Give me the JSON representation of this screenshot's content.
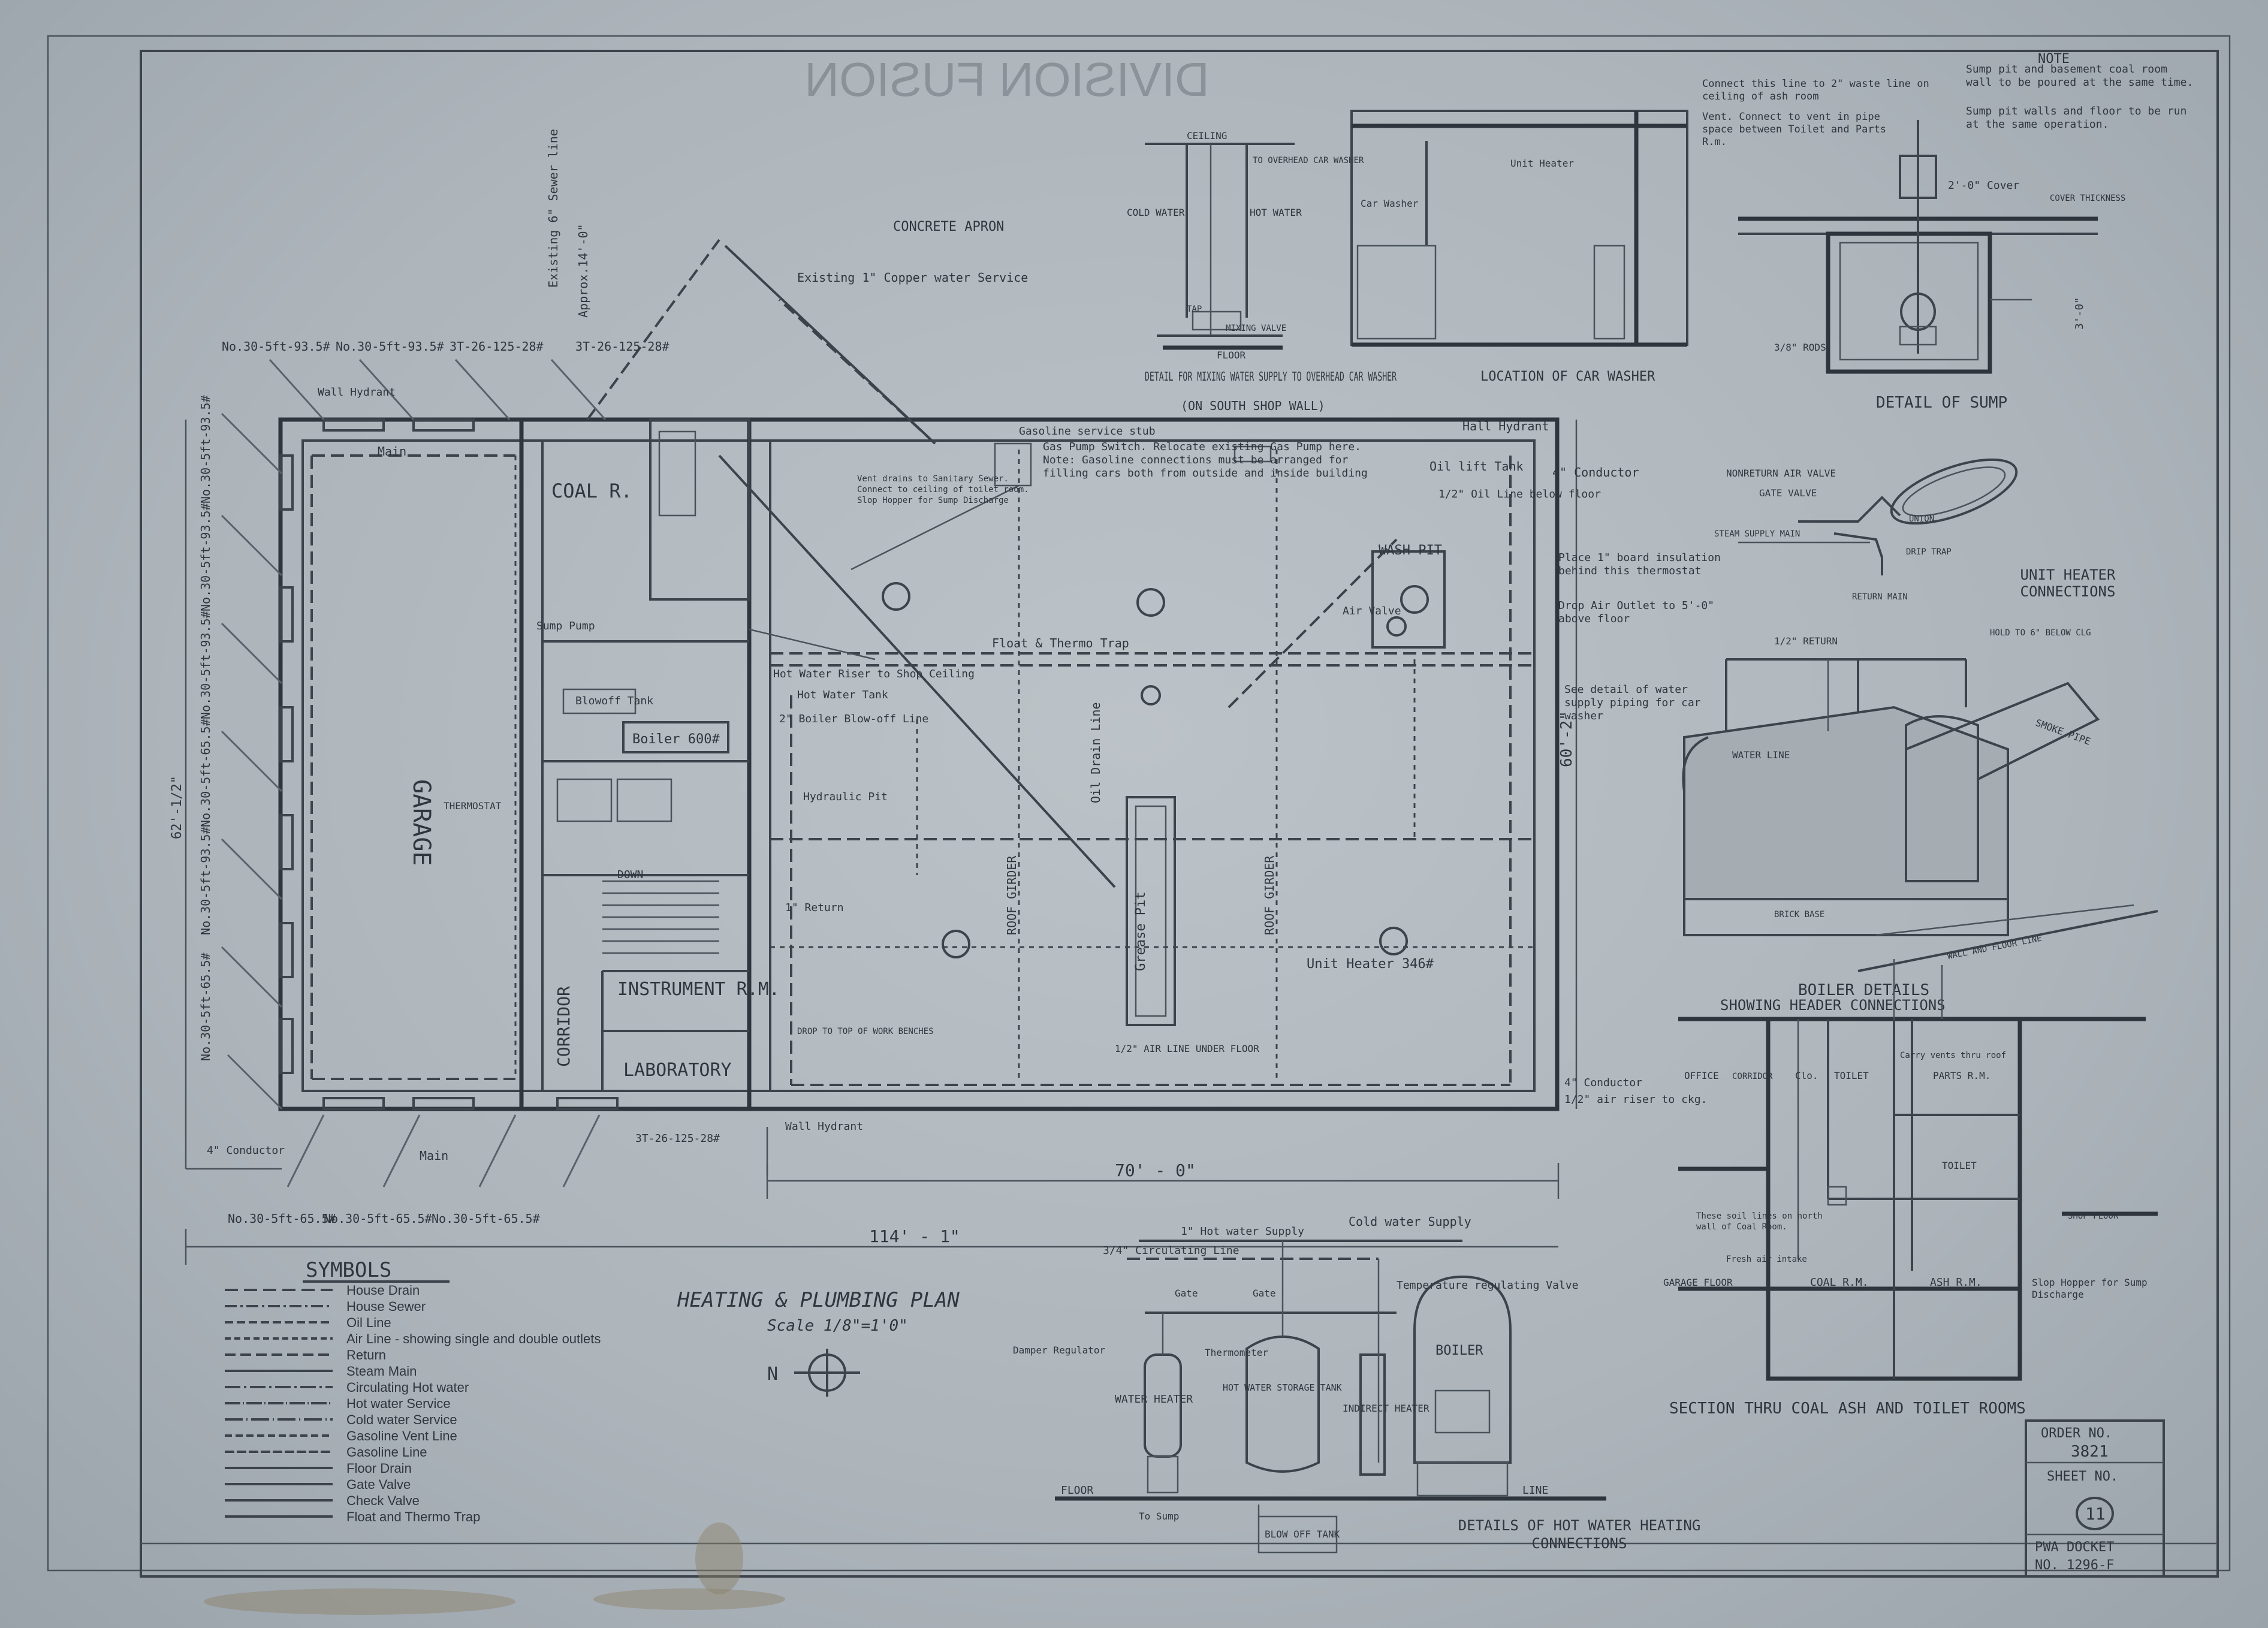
{
  "mirror_text": "DIVISION FUSION",
  "main_plan": {
    "title": "HEATING & PLUMBING PLAN",
    "scale": "Scale 1/8\"=1'0\"",
    "north": "N",
    "rooms": {
      "garage": "GARAGE",
      "coal_room": "COAL R.",
      "instrument_room": "INSTRUMENT R.M.",
      "corridor": "CORRIDOR",
      "laboratory": "LABORATORY",
      "wash_pit": "WASH PIT",
      "grease_pit": "Grease Pit",
      "down": "DOWN"
    },
    "dimensions": {
      "length_70": "70' - 0\"",
      "length_114": "114' - 1\"",
      "width_60": "60'-2\"",
      "width_62": "62'-1/2\"",
      "approx": "Approx.14'-0\""
    },
    "radiator_labels": {
      "top": [
        "No.30-5ft-93.5#",
        "No.30-5ft-93.5#",
        "3T-26-125-28#",
        "3T-26-125-28#"
      ],
      "left": [
        "No.30-5ft-93.5#",
        "No.30-5ft-93.5#",
        "No.30-5ft-93.5#",
        "No.30-5ft-65.5#",
        "No.30-5ft-93.5#",
        "No.30-5ft-65.5#"
      ],
      "bottom": [
        "No.30-5ft-65.5#",
        "No.30-5ft-65.5#",
        "No.30-5ft-65.5#",
        "3T-26-125-28#"
      ]
    },
    "notes": {
      "concrete_apron": "CONCRETE APRON",
      "copper_water": "Existing 1\" Copper water Service",
      "sewer_line": "Existing 6\" Sewer line",
      "gasoline_stub": "Gasoline service stub",
      "gas_pump": "Gas Pump Switch. Relocate existing Gas Pump here. Note: Gasoline connections must be arranged for filling cars both from outside and inside building",
      "vent_note": "Vent drains to Sanitary Sewer. Connect to ceiling of toilet room. Slop Hopper for Sump Discharge",
      "hall_hydrant": "Hall Hydrant",
      "wall_hydrant": "Wall Hydrant",
      "wall_hydrant_left": "Wall Hydrant",
      "oil_lift_tank": "Oil lift Tank",
      "conductor": "4\" Conductor",
      "conductor_left": "4\" Conductor",
      "conductor_bottom": "4\" Conductor",
      "air_riser": "1/2\" air riser to ckg.",
      "oil_line": "1/2\" Oil Line below floor",
      "board_insulation": "Place 1\" board insulation behind this thermostat",
      "drop_air_outlet": "Drop Air Outlet to 5'-0\" above floor",
      "see_detail": "See detail of water supply piping for car washer",
      "float_thermo": "Float & Thermo Trap",
      "air_valve": "Air Valve",
      "unit_heater": "Unit Heater 346#",
      "hot_water_riser": "Hot Water Riser to Shop Ceiling",
      "hot_water_tank": "Hot Water Tank",
      "boiler_blowoff": "2\" Boiler Blow-off Line",
      "hydraulic_pit": "Hydraulic Pit",
      "roof_girder": "ROOF GIRDER",
      "oil_drain": "Oil Drain Line",
      "return": "1\" Return",
      "drop_to_top": "DROP TO TOP OF WORK BENCHES",
      "air_line_under": "1/2\" AIR LINE UNDER FLOOR",
      "thermostat": "THERMOSTAT",
      "blowoff_tank": "Blowoff Tank",
      "boiler": "Boiler 600#",
      "sump_pump": "Sump Pump",
      "main": "Main"
    }
  },
  "legend": {
    "title": "SYMBOLS",
    "items": [
      {
        "symbol": "dash",
        "label": "House Drain"
      },
      {
        "symbol": "dashdot",
        "label": "House Sewer"
      },
      {
        "symbol": "oil",
        "label": "Oil Line"
      },
      {
        "symbol": "air",
        "label": "Air Line - showing single and double outlets"
      },
      {
        "symbol": "dash2",
        "label": "Return"
      },
      {
        "symbol": "solid",
        "label": "Steam Main"
      },
      {
        "symbol": "circ",
        "label": "Circulating Hot water"
      },
      {
        "symbol": "hot",
        "label": "Hot water Service"
      },
      {
        "symbol": "cold",
        "label": "Cold water Service"
      },
      {
        "symbol": "gvent",
        "label": "Gasoline Vent Line"
      },
      {
        "symbol": "gline",
        "label": "Gasoline Line"
      },
      {
        "symbol": "drain",
        "label": "Floor Drain"
      },
      {
        "symbol": "gate",
        "label": "Gate Valve"
      },
      {
        "symbol": "check",
        "label": "Check Valve"
      },
      {
        "symbol": "trap",
        "label": "Float and Thermo Trap"
      }
    ]
  },
  "detail_mixing": {
    "title": "DETAIL FOR MIXING WATER SUPPLY TO OVERHEAD CAR WASHER",
    "subtitle": "(ON SOUTH SHOP WALL)",
    "labels": {
      "ceiling": "CEILING",
      "to_washer": "TO OVERHEAD CAR WASHER",
      "cold": "COLD WATER",
      "hot": "HOT WATER",
      "tap": "TAP",
      "mixing": "MIXING VALVE",
      "floor": "FLOOR"
    }
  },
  "detail_car_washer": {
    "title": "LOCATION OF CAR WASHER",
    "labels": {
      "unit_heater": "Unit Heater",
      "car_washer": "Car Washer"
    }
  },
  "detail_sump": {
    "title": "DETAIL OF SUMP",
    "note_title": "NOTE",
    "note_1": "Sump pit and basement coal room wall to be poured at the same time.",
    "note_2": "Sump pit walls and floor to be run at the same operation.",
    "connect": "Connect this line to 2\" waste line on ceiling of ash room",
    "vent": "Vent. Connect to vent in pipe space between Toilet and Parts R.m.",
    "labels": {
      "cover": "2'-0\" Cover",
      "rods": "3/8\" RODS",
      "cover_thick": "COVER THICKNESS",
      "dim": "3'-0\""
    }
  },
  "detail_unit_heater": {
    "title": "UNIT HEATER CONNECTIONS",
    "labels": {
      "nonreturn": "NONRETURN AIR VALVE",
      "gate": "GATE VALVE",
      "steam_main": "STEAM SUPPLY MAIN",
      "union": "UNION",
      "drip": "DRIP TRAP",
      "return_main": "RETURN MAIN"
    }
  },
  "detail_boiler": {
    "title": "BOILER DETAILS",
    "subtitle": "SHOWING HEADER CONNECTIONS",
    "labels": {
      "return": "1/2\" RETURN",
      "smoke_pipe": "SMOKE PIPE",
      "water_line": "WATER LINE",
      "brick_base": "BRICK BASE",
      "wall_floor": "WALL AND FLOOR LINE",
      "below_ceil": "HOLD TO 6\" BELOW CLG"
    }
  },
  "detail_section": {
    "title": "SECTION THRU COAL ASH AND TOILET ROOMS",
    "labels": {
      "office": "OFFICE",
      "corridor": "CORRIDOR",
      "clo": "Clo.",
      "toilet": "TOILET",
      "parts": "PARTS R.M.",
      "toilet2": "TOILET",
      "coal": "COAL R.M.",
      "ash": "ASH R.M.",
      "garage_floor": "GARAGE FLOOR",
      "shop_floor": "SHOP FLOOR",
      "carry_vents": "Carry vents thru roof",
      "slop": "Slop Hopper for Sump Discharge",
      "soil_note": "These soil lines on north wall of Coal Room.",
      "fresh_air": "Fresh air intake"
    }
  },
  "detail_hot_water": {
    "title": "DETAILS OF HOT WATER HEATING CONNECTIONS",
    "labels": {
      "hot_supply": "1\" Hot water Supply",
      "cold_supply": "Cold water Supply",
      "circulating": "3/4\" Circulating Line",
      "gate": "Gate",
      "gate2": "Gate",
      "temp_valve": "Temperature regulating Valve",
      "damper": "Damper Regulator",
      "thermometer": "Thermometer",
      "water_heater": "WATER HEATER",
      "storage": "HOT WATER STORAGE TANK",
      "indirect": "INDIRECT HEATER",
      "boiler": "BOILER",
      "floor": "FLOOR",
      "line": "LINE",
      "sump": "To Sump",
      "blowoff": "BLOW OFF TANK"
    }
  },
  "title_block": {
    "order_label": "ORDER NO.",
    "order_no": "3821",
    "sheet_label": "SHEET NO.",
    "sheet_no": "11",
    "docket_label": "PWA DOCKET",
    "docket_no": "NO. 1296-F"
  }
}
